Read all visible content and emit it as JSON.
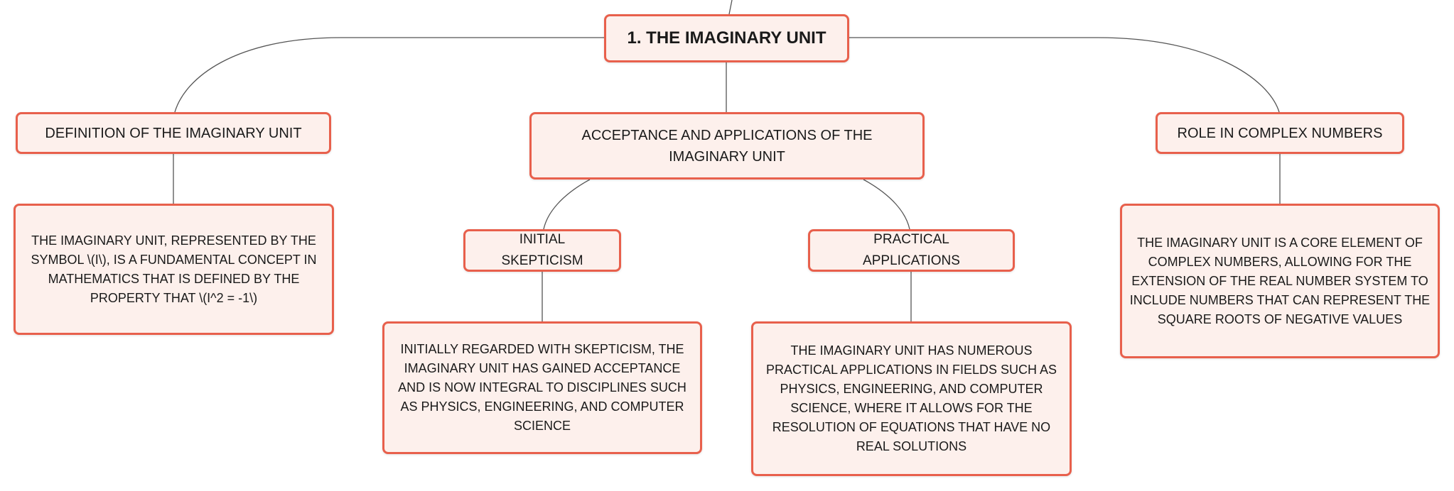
{
  "colors": {
    "node_fill": "#fdf0ec",
    "node_border": "#e8604c",
    "connector": "#555555",
    "text": "#1a1a1a"
  },
  "root": {
    "label": "1. The Imaginary Unit"
  },
  "branches": {
    "definition": {
      "label": "Definition of the Imaginary Unit",
      "detail": "The imaginary unit, represented by the symbol \\(i\\), is a fundamental concept in mathematics that is defined by the property that \\(i^2 = -1\\)"
    },
    "acceptance": {
      "label": "Acceptance and Applications of the Imaginary Unit",
      "children": {
        "skepticism": {
          "label": "Initial Skepticism",
          "detail": "Initially regarded with skepticism, the imaginary unit has gained acceptance and is now integral to disciplines such as physics, engineering, and computer science"
        },
        "practical": {
          "label": "Practical Applications",
          "detail": "The imaginary unit has numerous practical applications in fields such as physics, engineering, and computer science, where it allows for the resolution of equations that have no real solutions"
        }
      }
    },
    "role": {
      "label": "Role in Complex Numbers",
      "detail": "The imaginary unit is a core element of complex numbers, allowing for the extension of the real number system to include numbers that can represent the square roots of negative values"
    }
  }
}
